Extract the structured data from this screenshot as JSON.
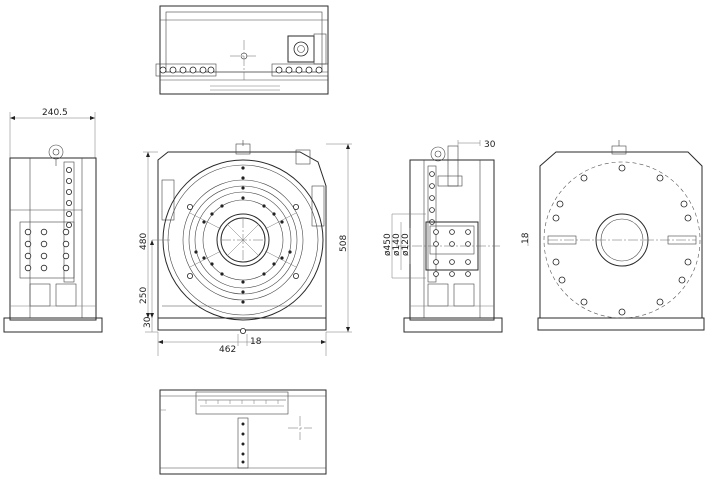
{
  "dimensions": {
    "width_total": "240.5",
    "height_front": "480",
    "height_overall": "508",
    "shaft_height": "250",
    "base_offset": "30",
    "base_width": "462",
    "small_offset": "18",
    "right_offset": "30",
    "dia_outer": "ø450",
    "dia_mid": "ø140",
    "dia_inner": "ø120",
    "rear_offset": "18"
  }
}
